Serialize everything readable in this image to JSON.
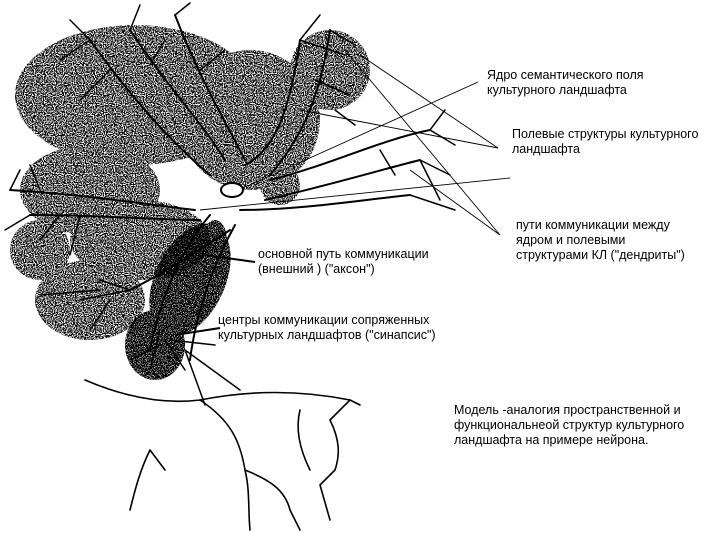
{
  "labels": {
    "nucleus": {
      "line1": "Ядро семантического поля",
      "line2": "культурного  ландшафта"
    },
    "field_structures": {
      "line1": "Полевые структуры культурного",
      "line2": "ландшафта"
    },
    "dendrites": {
      "line1": "пути коммуникации между",
      "line2": "ядром и полевыми",
      "line3": "структурами КЛ (\"дендриты\")"
    },
    "axon": {
      "line1": "основной путь коммуникации",
      "line2": "(внешний ) (\"аксон\")"
    },
    "synapse": {
      "line1": "центры коммуникации сопряженных",
      "line2": "культурных ландшафтов (\"синапсис\")"
    },
    "caption": {
      "line1": "Модель -аналогия пространственной и",
      "line2": "функциональнеой структур культурного",
      "line3": "ландшафта на примере нейрона."
    }
  },
  "colors": {
    "ink": "#000000",
    "background": "#ffffff",
    "stipple": "#2a2a2a"
  }
}
